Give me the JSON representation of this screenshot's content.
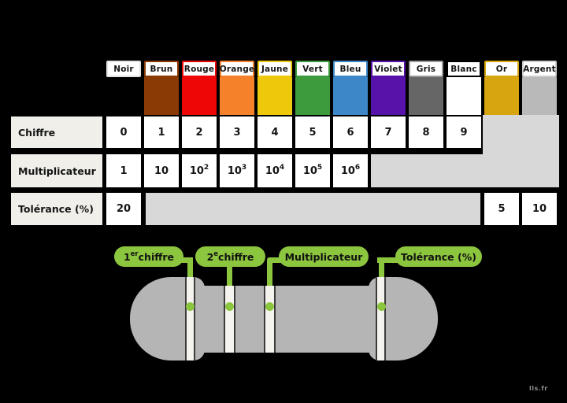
{
  "palette": {
    "background": "#000000",
    "cell_white": "#ffffff",
    "empty_gray": "#d8d8d8",
    "row_label_bg": "#f0efea",
    "pill_green": "#8cc63f",
    "resistor_body_gray": "#b5b5b5",
    "resistor_band_cream": "#f5f3ed",
    "band_edge_dark": "#3b3b3b"
  },
  "color_table": {
    "columns": [
      {
        "name": "Noir",
        "swatch": "#000000",
        "border": "#e3e3e3"
      },
      {
        "name": "Brun",
        "swatch": "#8a3b05",
        "border": "#8a3b05"
      },
      {
        "name": "Rouge",
        "swatch": "#ee0505",
        "border": "#ee0505"
      },
      {
        "name": "Orange",
        "swatch": "#f5822a",
        "border": "#f5822a"
      },
      {
        "name": "Jaune",
        "swatch": "#eec80b",
        "border": "#eec80b"
      },
      {
        "name": "Vert",
        "swatch": "#3d9b3d",
        "border": "#3d9b3d"
      },
      {
        "name": "Bleu",
        "swatch": "#3d87c8",
        "border": "#3d87c8"
      },
      {
        "name": "Violet",
        "swatch": "#5712a9",
        "border": "#5712a9"
      },
      {
        "name": "Gris",
        "swatch": "#666666",
        "border": "#9a9a9a"
      },
      {
        "name": "Blanc",
        "swatch": "#ffffff",
        "border": "#000000"
      },
      {
        "name": "Or",
        "swatch": "#d7a50f",
        "border": "#d7a50f"
      },
      {
        "name": "Argent",
        "swatch": "#b9b9b9",
        "border": "#cfcfcf"
      }
    ],
    "rows": [
      {
        "label": "Chiffre",
        "cells": [
          "0",
          "1",
          "2",
          "3",
          "4",
          "5",
          "6",
          "7",
          "8",
          "9",
          null,
          null
        ]
      },
      {
        "label": "Multiplicateur",
        "cells": [
          "1",
          "10",
          {
            "t": "10",
            "s": "2"
          },
          {
            "t": "10",
            "s": "3"
          },
          {
            "t": "10",
            "s": "4"
          },
          {
            "t": "10",
            "s": "5"
          },
          {
            "t": "10",
            "s": "6"
          },
          null,
          null,
          null,
          null,
          null
        ]
      },
      {
        "label": "Tolérance (%)",
        "cells": [
          "20",
          null,
          null,
          null,
          null,
          null,
          null,
          null,
          null,
          null,
          "5",
          "10"
        ]
      }
    ]
  },
  "resistor": {
    "labels": [
      {
        "pre": "1",
        "sup": "er",
        "post": " chiffre"
      },
      {
        "pre": "2",
        "sup": "e",
        "post": " chiffre"
      },
      {
        "pre": "Multiplicateur",
        "sup": "",
        "post": ""
      },
      {
        "pre": "Tolérance (%)",
        "sup": "",
        "post": ""
      }
    ],
    "band_count": "4"
  },
  "watermark": {
    "text": "lls.fr"
  }
}
